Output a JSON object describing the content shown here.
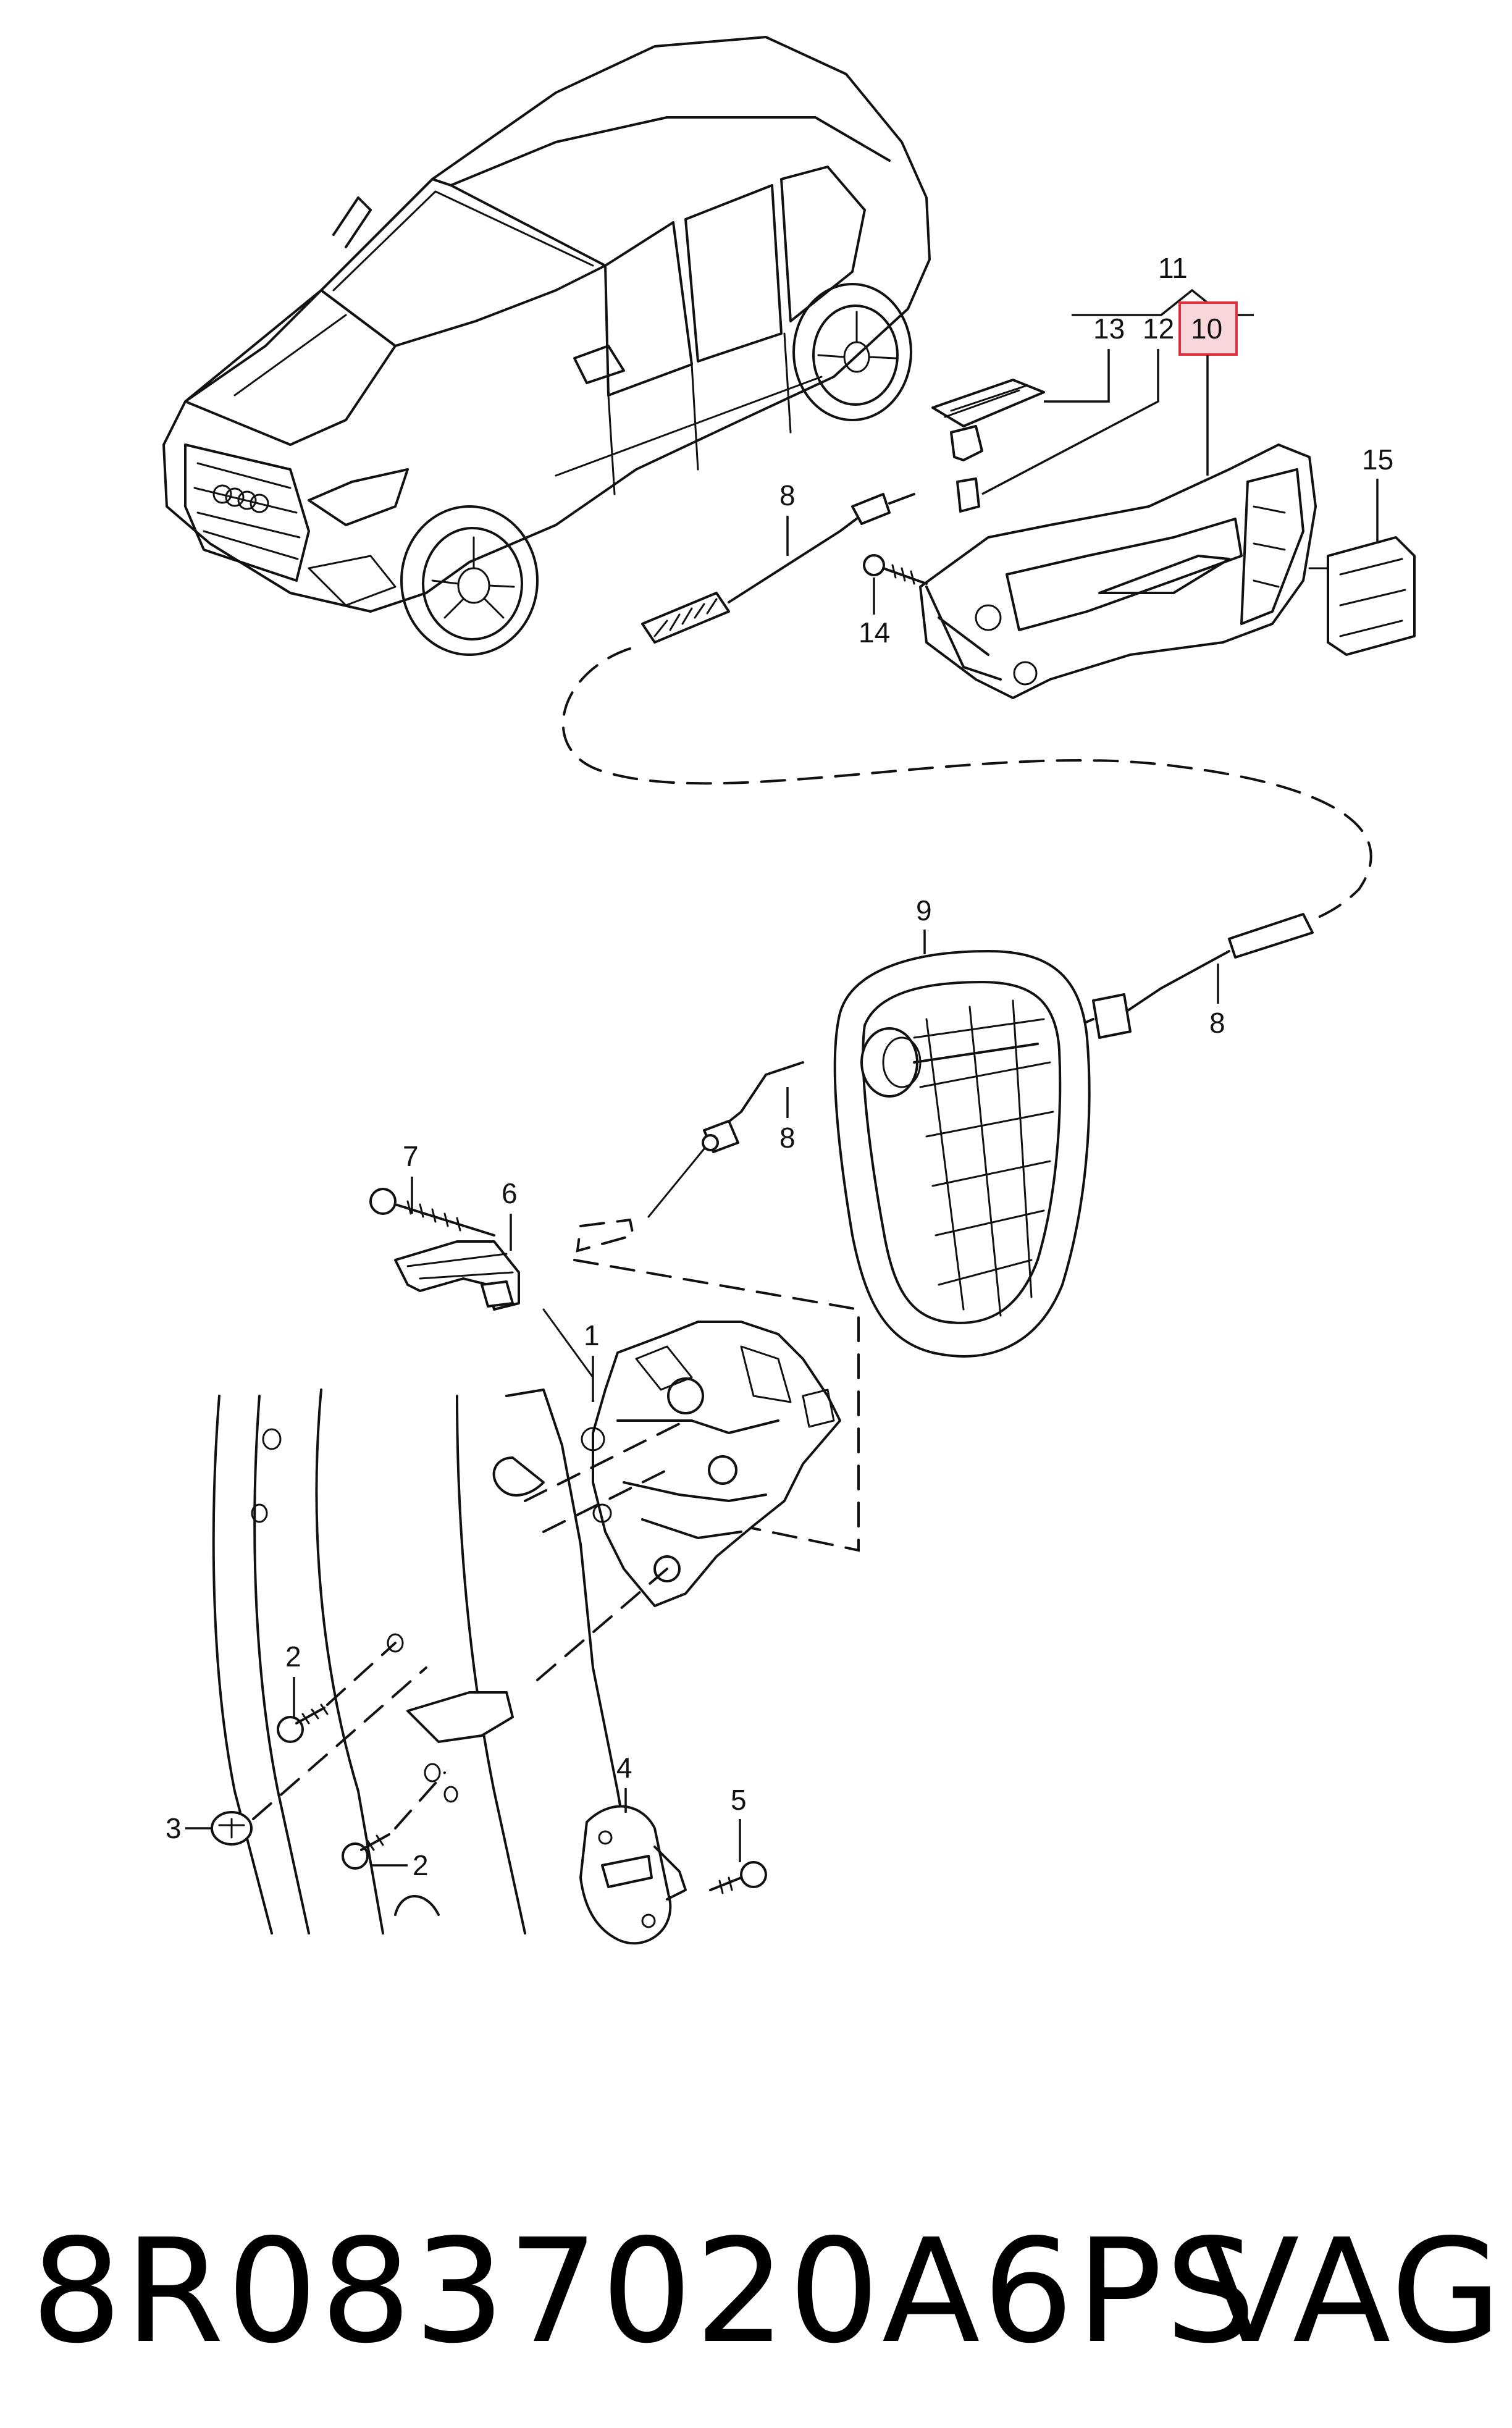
{
  "diagram": {
    "callouts": {
      "c1": "1",
      "c2a": "2",
      "c2b": "2",
      "c3": "3",
      "c4": "4",
      "c5": "5",
      "c6": "6",
      "c7": "7",
      "c8a": "8",
      "c8b": "8",
      "c8c": "8",
      "c9": "9",
      "c10": "10",
      "c11": "11",
      "c12": "12",
      "c13": "13",
      "c14": "14",
      "c15": "15"
    },
    "highlight_color": "#e0303e"
  },
  "footer": {
    "part_number": "8R0837020A6PS",
    "brand": "VAG"
  }
}
